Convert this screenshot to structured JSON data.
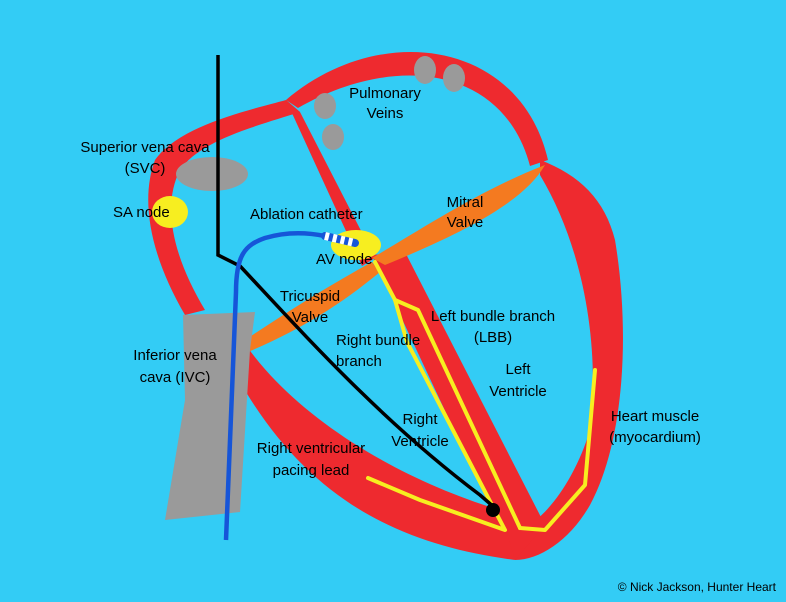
{
  "colors": {
    "background": "#33ccf5",
    "muscle": "#ee2a2f",
    "valve": "#f47a20",
    "vein": "#9a9a9a",
    "node": "#f7ee20",
    "conduction": "#f7ee20",
    "pacing_lead": "#000000",
    "catheter": "#1655d8"
  },
  "labels": {
    "pulmonary_veins": [
      "Pulmonary",
      "Veins"
    ],
    "svc": [
      "Superior vena cava",
      "(SVC)"
    ],
    "sa_node": [
      "SA node"
    ],
    "ablation_catheter": [
      "Ablation catheter"
    ],
    "mitral_valve": [
      "Mitral",
      "Valve"
    ],
    "av_node": [
      "AV node"
    ],
    "tricuspid_valve": [
      "Tricuspid",
      "Valve"
    ],
    "lbb": [
      "Left bundle branch",
      "(LBB)"
    ],
    "right_bundle_branch": [
      "Right bundle",
      "branch"
    ],
    "ivc": [
      "Inferior vena",
      "cava (IVC)"
    ],
    "left_ventricle": [
      "Left",
      "Ventricle"
    ],
    "right_ventricle": [
      "Right",
      "Ventricle"
    ],
    "heart_muscle": [
      "Heart muscle",
      "(myocardium)"
    ],
    "pacing_lead": [
      "Right ventricular",
      "pacing lead"
    ]
  },
  "credit": "© Nick Jackson, Hunter Heart"
}
